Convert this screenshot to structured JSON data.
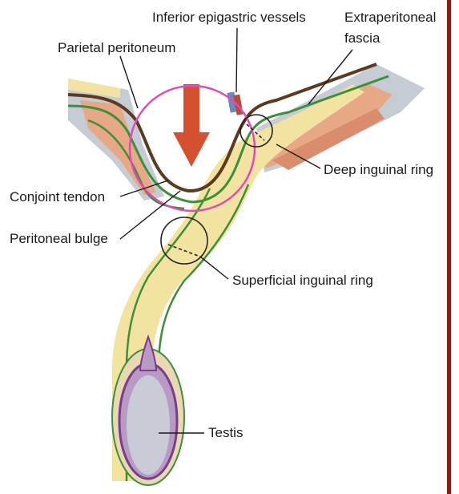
{
  "labels": {
    "inferior_epigastric_vessels": "Inferior epigastric vessels",
    "extraperitoneal_line1": "Extraperitoneal",
    "extraperitoneal_line2": "fascia",
    "parietal_peritoneum": "Parietal peritoneum",
    "deep_inguinal_ring": "Deep inguinal ring",
    "conjoint_tendon": "Conjoint tendon",
    "peritoneal_bulge": "Peritoneal bulge",
    "superficial_inguinal_ring": "Superficial inguinal ring",
    "testis": "Testis"
  },
  "colors": {
    "frame": "#8e1a1a",
    "canal_fill": "#f3e3a0",
    "peritoneum_line": "#5b3a1e",
    "fascia_green": "#3e8f3a",
    "muscle_salmon": "#e7a886",
    "aponeurosis_grey": "#c5ccd4",
    "arrow": "#d4502e",
    "highlight_circle": "#e04bb8",
    "testis_outer": "#7a3f8a",
    "testis_inner": "#c9ccd6",
    "vessel_blue": "#6d88b8",
    "vessel_red": "#b84a3a"
  }
}
